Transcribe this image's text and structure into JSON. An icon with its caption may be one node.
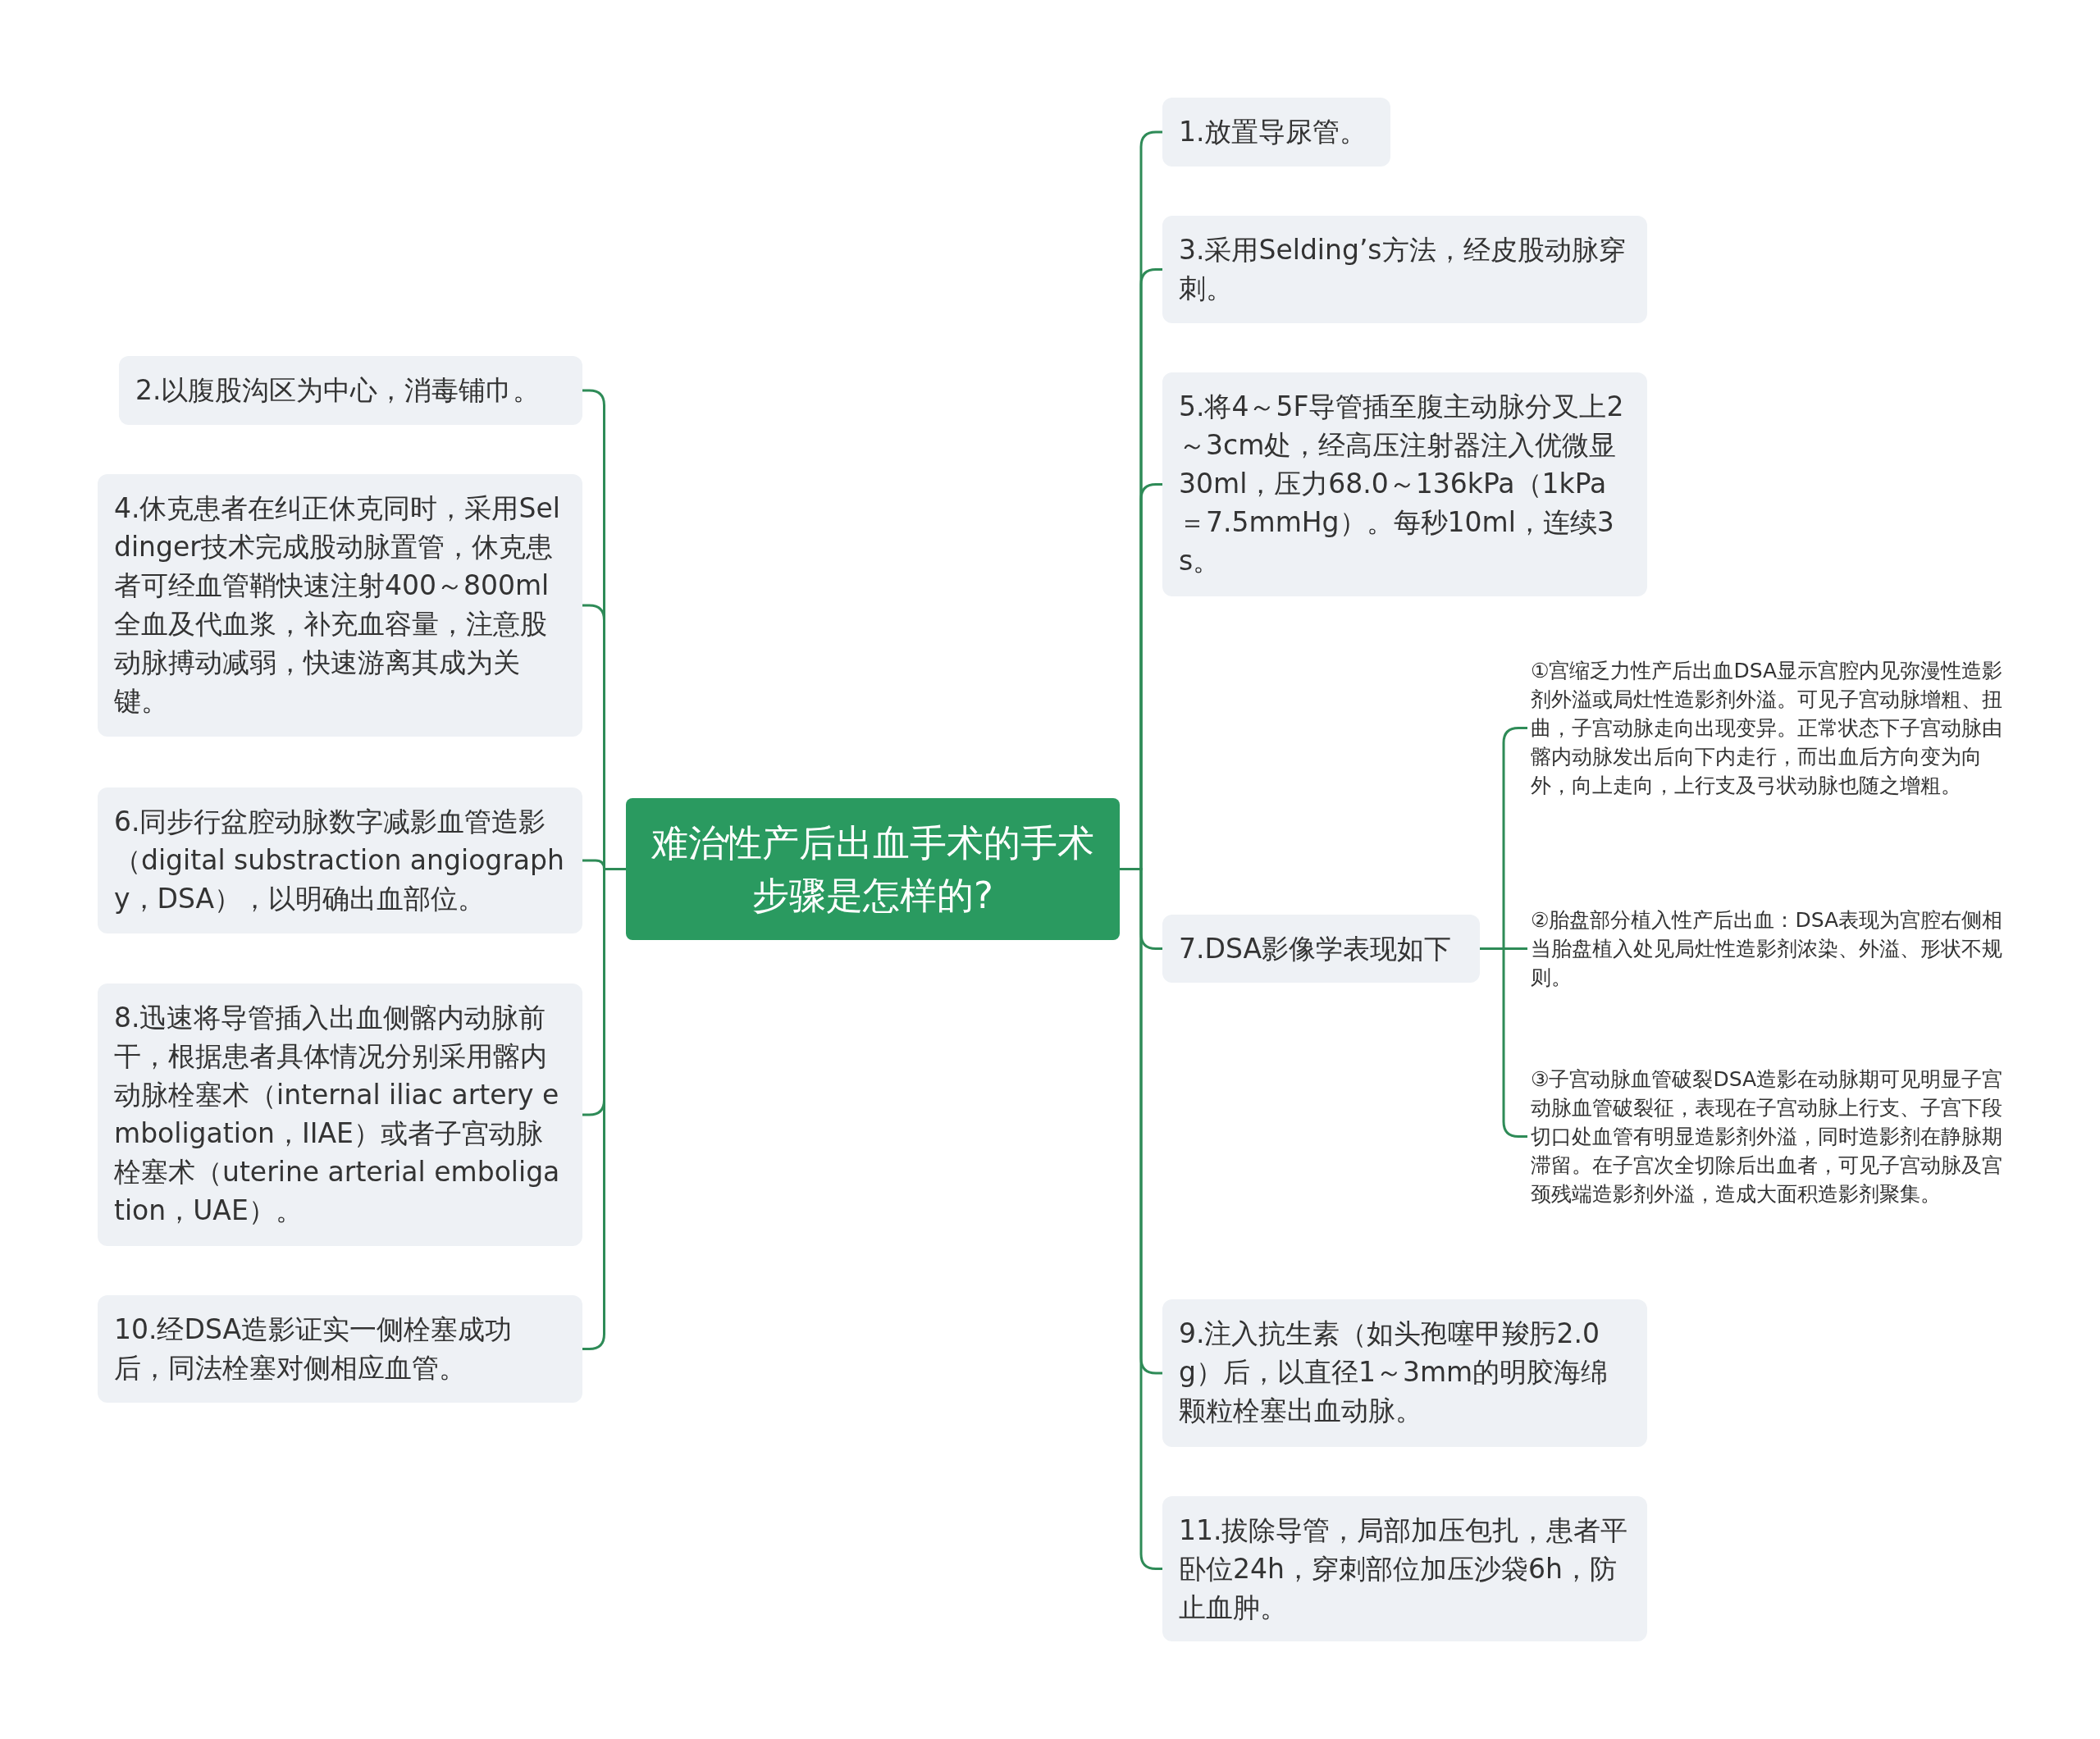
{
  "diagram": {
    "nodes": [
      {
        "text": [
          "难治性产后出血手术的手术步骤是怎样的?"
        ]
      },
      {
        "text": [
          "1.放置导尿管。"
        ]
      },
      {
        "text": [
          "2.以腹股沟区为中心，消毒铺巾。"
        ]
      },
      {
        "text": [
          "3.采用Selding’s方法，经皮股动脉穿刺。"
        ]
      },
      {
        "text": [
          "4.休克患者在纠正休克同时，采用Seldinger技术完成股动脉置管，休克患者可经血管鞘快速注射400～800ml全血及代血浆，补充血容量，注意股动脉搏动减弱，快速游离其成为关键。"
        ]
      },
      {
        "text": [
          "5.将4～5F导管插至腹主动脉分叉上2～3cm处，经高压注射器注入优微显30ml，压力68.0～136kPa（1kPa＝7.5mmHg）。每秒10ml，连续3s。"
        ]
      },
      {
        "text": [
          "6.同步行盆腔动脉数字减影血管造影（digital substraction angiography，DSA），以明确出血部位。"
        ]
      },
      {
        "text": [
          "7.DSA影像学表现如下"
        ]
      },
      {
        "text": [
          "①宫缩乏力性产后出血DSA显示宫腔内见弥漫性造影剂外溢或局灶性造影剂外溢。可见子宫动脉增粗、扭曲，子宫动脉走向出现变异。正常状态下子宫动脉由髂内动脉发出后向下内走行，而出血后方向变为向外，向上走向，上行支及弓状动脉也随之增粗。"
        ]
      },
      {
        "text": [
          "②胎盘部分植入性产后出血：DSA表现为宫腔右侧相当胎盘植入处见局灶性造影剂浓染、外溢、形状不规则。"
        ]
      },
      {
        "text": [
          "③子宫动脉血管破裂DSA造影在动脉期可见明显子宫动脉血管破裂征，表现在子宫动脉上行支、子宫下段切口处血管有明显造影剂外溢，同时造影剂在静脉期滞留。在子宫次全切除后出血者，可见子宫动脉及宫颈残端造影剂外溢，造成大面积造影剂聚集。"
        ]
      },
      {
        "text": [
          "8.迅速将导管插入出血侧髂内动脉前干，根据患者具体情况分别采用髂内动脉栓塞术（internal iliac artery emboligation，IIAE）或者子宫动脉栓塞术（uterine arterial emboligation，UAE）。"
        ]
      },
      {
        "text": [
          "9.注入抗生素（如头孢噻甲羧肟2.0g）后，以直径1～3mm的明胶海绵颗粒栓塞出血动脉。"
        ]
      },
      {
        "text": [
          "10.经DSA造影证实一侧栓塞成功后，同法栓塞对侧相应血管。"
        ]
      },
      {
        "text": [
          "11.拔除导管，局部加压包扎，患者平卧位24h，穿刺部位加压沙袋6h，防止血肿。"
        ]
      }
    ],
    "edges": [
      {
        "from": 0,
        "to": 1,
        "arrow": "none"
      },
      {
        "from": 0,
        "to": 2,
        "arrow": "none"
      },
      {
        "from": 0,
        "to": 3,
        "arrow": "none"
      },
      {
        "from": 0,
        "to": 4,
        "arrow": "none"
      },
      {
        "from": 0,
        "to": 5,
        "arrow": "none"
      },
      {
        "from": 0,
        "to": 6,
        "arrow": "none"
      },
      {
        "from": 0,
        "to": 7,
        "arrow": "none"
      },
      {
        "from": 7,
        "to": 8,
        "arrow": "none"
      },
      {
        "from": 7,
        "to": 9,
        "arrow": "none"
      },
      {
        "from": 7,
        "to": 10,
        "arrow": "none"
      },
      {
        "from": 0,
        "to": 11,
        "arrow": "none"
      },
      {
        "from": 0,
        "to": 12,
        "arrow": "none"
      },
      {
        "from": 0,
        "to": 13,
        "arrow": "none"
      },
      {
        "from": 0,
        "to": 14,
        "arrow": "none"
      }
    ]
  }
}
